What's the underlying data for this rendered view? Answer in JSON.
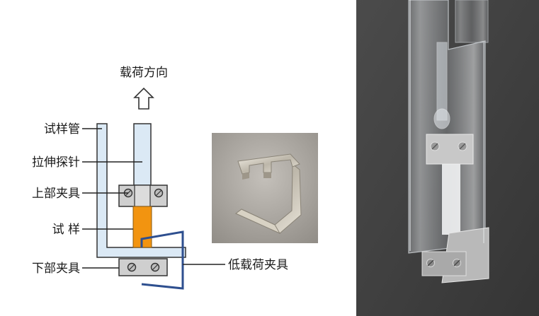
{
  "diagram": {
    "load_direction_label": "载荷方向",
    "labels": {
      "sample_tube": "试样管",
      "tensile_probe": "拉伸探针",
      "upper_clamp": "上部夹具",
      "sample": "试 样",
      "lower_clamp": "下部夹具",
      "low_load_clamp": "低载荷夹具"
    }
  },
  "photos": {
    "clamp_photo": "low-load clamp photograph",
    "device_photo": "glass sample tube and probe photograph"
  },
  "colors": {
    "tube_fill": "#dbe9f5",
    "tube_stroke": "#333333",
    "sample": "#f29410",
    "clamp": "#cfcfcf",
    "low_load_clamp_line": "#2e4f8f",
    "clamp_photo_bg": "#aaa6a0",
    "device_photo_bg": "#414141"
  }
}
